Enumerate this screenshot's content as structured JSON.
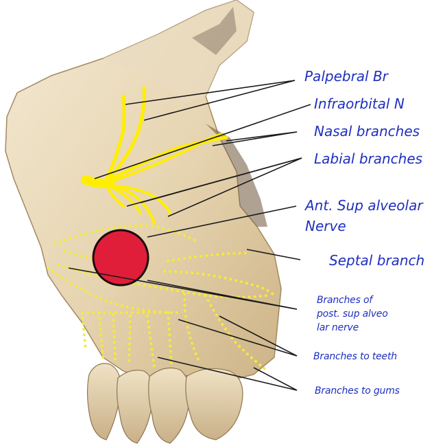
{
  "colors": {
    "bone_light": "#efe3c8",
    "bone_mid": "#d9c29a",
    "bone_dark": "#7a6245",
    "tooth": "#e7d6b2",
    "nerve": "#ffee00",
    "dots": "#f4ea3a",
    "circle_fill": "#e01e3a",
    "circle_stroke": "#1a0a0a",
    "leader": "#1a1a1a",
    "label_text": "#1f2fbf"
  },
  "labels": {
    "palpebral": "Palpebral Br",
    "infraorbital": "Infraorbital N",
    "nasal": "Nasal branches",
    "labial": "Labial branches",
    "asa_line1": "Ant. Sup alveolar",
    "asa_line2": "Nerve",
    "septal": "Septal branch",
    "psa_line1": "Branches of",
    "psa_line2": "post. sup alveo",
    "psa_line3": "lar nerve",
    "teeth": "Branches to teeth",
    "gums": "Branches to gums"
  }
}
